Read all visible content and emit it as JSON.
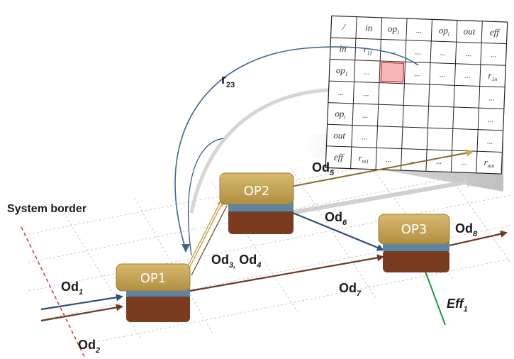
{
  "labels": {
    "system_border": "System border",
    "r23": "r",
    "r23_sub": "23",
    "od1": "Od",
    "od1_sub": "1",
    "od2": "Od",
    "od2_sub": "2",
    "od3_od4": "Od",
    "od3_sub": "3,",
    "od4": " Od",
    "od4_sub": "4",
    "od5": "Od",
    "od5_sub": "5",
    "od6": "Od",
    "od6_sub": "6",
    "od7": "Od",
    "od7_sub": "7",
    "od8": "Od",
    "od8_sub": "8",
    "eff1": "Eff",
    "eff1_sub": "1"
  },
  "operations": {
    "op1": "OP1",
    "op2": "OP2",
    "op3": "OP3"
  },
  "matrix": {
    "header": [
      "/",
      "in",
      "op",
      "...",
      "op",
      "out",
      "eff"
    ],
    "header_subs": [
      "",
      "",
      "1",
      "",
      "i",
      "",
      ""
    ],
    "rows": [
      [
        "in",
        "r",
        "...",
        "...",
        "...",
        "...",
        "..."
      ],
      [
        "op",
        "...",
        "",
        "...",
        "...",
        "...",
        "r"
      ],
      [
        "...",
        "...",
        "",
        "",
        "",
        "",
        "..."
      ],
      [
        "op",
        "...",
        "",
        "",
        "",
        "",
        "..."
      ],
      [
        "out",
        "...",
        "",
        "",
        "",
        "",
        "..."
      ],
      [
        "eff",
        "r",
        "...",
        "...",
        "...",
        "...",
        "r"
      ]
    ],
    "row_subs": [
      [
        "",
        "11",
        "",
        "",
        "",
        "",
        ""
      ],
      [
        "1",
        "",
        "",
        "",
        "",
        "",
        "1n"
      ],
      [
        "",
        "",
        "",
        "",
        "",
        "",
        ""
      ],
      [
        "i",
        "",
        "",
        "",
        "",
        "",
        ""
      ],
      [
        "",
        "",
        "",
        "",
        "",
        "",
        ""
      ],
      [
        "",
        "m1",
        "",
        "",
        "",
        "",
        "mn"
      ]
    ],
    "highlight_color": "#f4b6b6"
  },
  "colors": {
    "blue_flow": "#2f4e78",
    "brown_flow": "#6b3a22",
    "gold_flow": "#c9a64a",
    "green_flow": "#1e9a3a",
    "border_line": "#e23b3b",
    "box_top": "#c9a85a",
    "box_blue": "#5b86a8",
    "box_brown": "#7a3b1e"
  }
}
